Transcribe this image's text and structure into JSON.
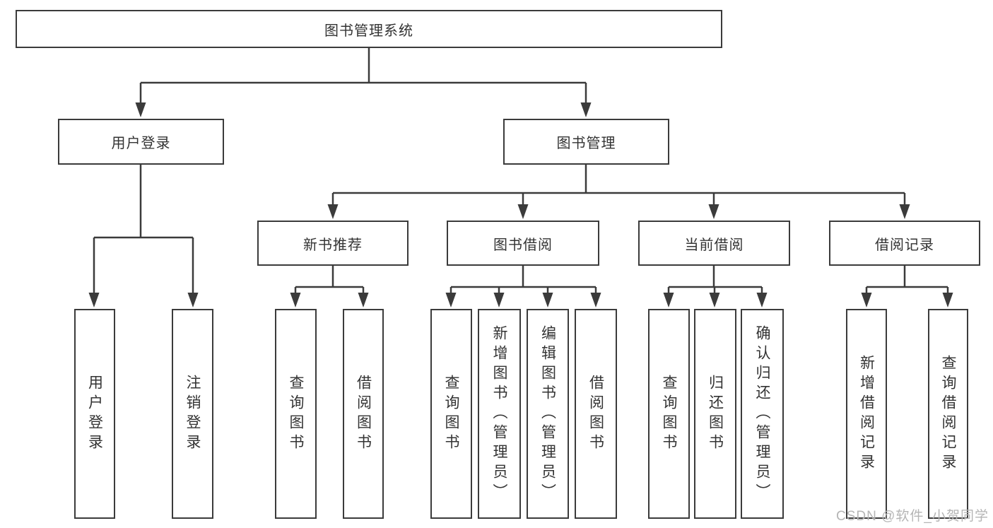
{
  "diagram_title": "图书管理系统",
  "tree": {
    "label": "图书管理系统",
    "children": [
      {
        "label": "用户登录",
        "children": [
          {
            "label": "用户登录"
          },
          {
            "label": "注销登录"
          }
        ]
      },
      {
        "label": "图书管理",
        "children": [
          {
            "label": "新书推荐",
            "children": [
              {
                "label": "查询图书"
              },
              {
                "label": "借阅图书"
              }
            ]
          },
          {
            "label": "图书借阅",
            "children": [
              {
                "label": "查询图书"
              },
              {
                "label": "新增图书（管理员）"
              },
              {
                "label": "编辑图书（管理员）"
              },
              {
                "label": "借阅图书"
              }
            ]
          },
          {
            "label": "当前借阅",
            "children": [
              {
                "label": "查询图书"
              },
              {
                "label": "归还图书"
              },
              {
                "label": "确认归还（管理员）"
              }
            ]
          },
          {
            "label": "借阅记录",
            "children": [
              {
                "label": "新增借阅记录"
              },
              {
                "label": "查询借阅记录"
              }
            ]
          }
        ]
      }
    ]
  },
  "watermark": {
    "text": "CSDN @软件_小贺同学",
    "color": "#b5b5b5"
  },
  "colors": {
    "background": "#ffffff",
    "box_border": "#3b3b3b",
    "line": "#3b3b3b",
    "text": "#333333"
  }
}
